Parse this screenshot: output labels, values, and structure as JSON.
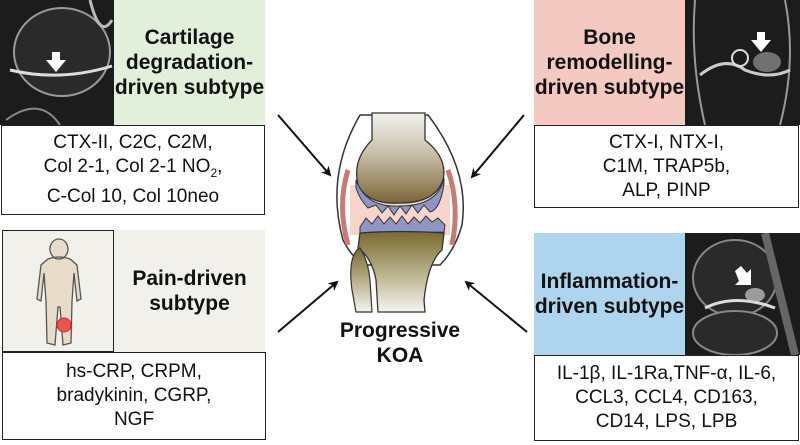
{
  "center": {
    "label_line1": "Progressive",
    "label_line2": "KOA",
    "icon": "knee-joint-icon"
  },
  "panels": {
    "cartilage": {
      "title_lines": [
        "Cartilage",
        "degradation-",
        "driven subtype"
      ],
      "color": "#e2efda",
      "biomarker_lines": [
        "CTX-II, C2C, C2M,",
        "Col 2-1, Col 2-1 NO",
        "C-Col 10, Col 10neo"
      ],
      "subscript": "2",
      "subscript_suffix": ",",
      "image": "knee-mri-sagittal"
    },
    "bone": {
      "title_lines": [
        "Bone",
        "remodelling-",
        "driven subtype"
      ],
      "color": "#f4c9c2",
      "biomarker_lines": [
        "CTX-I, NTX-I,",
        "C1M, TRAP5b,",
        "ALP, PINP"
      ],
      "image": "knee-mri-coronal"
    },
    "pain": {
      "title_lines": [
        "Pain-driven",
        "subtype"
      ],
      "color": "#f1f0eb",
      "biomarker_lines": [
        "hs-CRP, CRPM,",
        "bradykinin, CGRP,",
        "NGF"
      ],
      "image": "human-body-knee-pain"
    },
    "inflammation": {
      "title_lines": [
        "Inflammation-",
        "driven subtype"
      ],
      "color": "#aed4ee",
      "biomarker_lines": [
        "IL-1β, IL-1Ra,TNF-α, IL-6,",
        "CCL3, CCL4, CD163,",
        "CD14, LPS, LPB"
      ],
      "image": "knee-mri-sagittal-synovitis"
    }
  }
}
